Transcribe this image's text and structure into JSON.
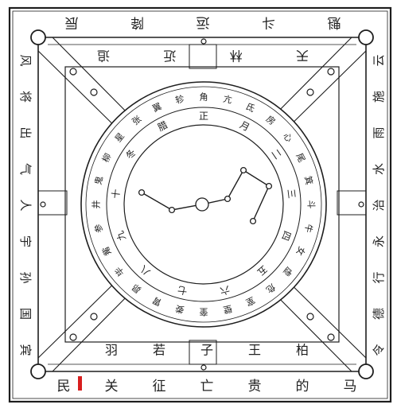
{
  "figure": {
    "subject": "",
    "colors": {
      "ink": "#1e1e1e",
      "paper": "#ffffff",
      "accent": "#d81e1e"
    },
    "marks": {
      "top_outer": [
        "辰",
        "降",
        "运",
        "斗",
        "魁"
      ],
      "top_inner": [
        "追",
        "近",
        "林",
        "天"
      ],
      "bottom_outer": [
        "民",
        "关",
        "征",
        "亡",
        "贵",
        "的",
        "马"
      ],
      "bottom_inner": [
        "羽",
        "若",
        "子",
        "王",
        "柏"
      ],
      "left": [
        "风",
        "将",
        "出",
        "气",
        "人",
        "宇",
        "孙",
        "国",
        "宾"
      ],
      "right": [
        "云",
        "施",
        "雨",
        "水",
        "治",
        "永",
        "行",
        "德",
        "令"
      ],
      "outer_ring": [
        "角",
        "亢",
        "氐",
        "房",
        "心",
        "尾",
        "箕",
        "斗",
        "牛",
        "女",
        "虚",
        "危",
        "室",
        "壁",
        "奎",
        "娄",
        "胃",
        "昴",
        "毕",
        "觜",
        "参",
        "井",
        "鬼",
        "柳",
        "星",
        "张",
        "翼",
        "轸"
      ],
      "inner_ring": [
        "正",
        "月",
        "二",
        "三",
        "四",
        "五",
        "六",
        "七",
        "八",
        "九",
        "十",
        "冬",
        "腊"
      ]
    },
    "center_icon": "big-dipper-constellation-icon"
  }
}
